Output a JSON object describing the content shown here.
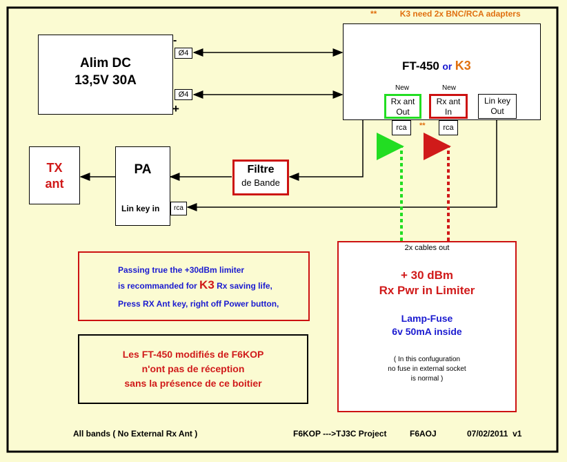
{
  "header_note": {
    "stars": "**",
    "text": "K3 need 2x BNC/RCA adapters"
  },
  "alim": {
    "line1": "Alim DC",
    "line2": "13,5V 30A",
    "terminal_top": "Ø4",
    "terminal_bottom": "Ø4",
    "minus": "-",
    "plus": "+"
  },
  "radio": {
    "title_a": "FT-450",
    "or_word": "or",
    "title_b": "K3"
  },
  "ports": {
    "rx_out": {
      "new": "New",
      "line1": "Rx ant",
      "line2": "Out",
      "rca": "rca"
    },
    "rx_in": {
      "new": "New",
      "line1": "Rx ant",
      "line2": "In",
      "rca": "rca"
    },
    "lin": {
      "line1": "Lin key",
      "line2": "Out"
    },
    "stars": "**"
  },
  "tx": {
    "line1": "TX",
    "line2": "ant"
  },
  "pa": {
    "title": "PA",
    "lin_key": "Lin key in",
    "rca": "rca"
  },
  "filtre": {
    "line1": "Filtre",
    "line2": "de Bande"
  },
  "limiter": {
    "cables": "2x cables out",
    "line1": "+ 30 dBm",
    "line2": "Rx Pwr in Limiter",
    "line3": "Lamp-Fuse",
    "line4": "6v 50mA inside",
    "note1": "( In this confuguration",
    "note2": "no fuse in external socket",
    "note3": "is normal )"
  },
  "note_k3": {
    "line1": "Passing true the +30dBm limiter",
    "line2a": "is recommanded for",
    "line2k3": "K3",
    "line2b": "Rx saving life,",
    "line3": "Press RX Ant key, right off Power button,"
  },
  "note_ft": {
    "line1": "Les FT-450 modifiés de F6KOP",
    "line2": "n'ont pas de réception",
    "line3": "sans la présence de ce boitier"
  },
  "footer": {
    "bands": "All bands ( No External Rx Ant )",
    "project": "F6KOP --->TJ3C Project",
    "author": "F6AOJ",
    "date": "07/02/2011  v1"
  },
  "colors": {
    "background": "#fbfbd2",
    "red": "#d01a1a",
    "blue": "#1a1ad0",
    "orange": "#e07010",
    "green": "#22dd22"
  }
}
